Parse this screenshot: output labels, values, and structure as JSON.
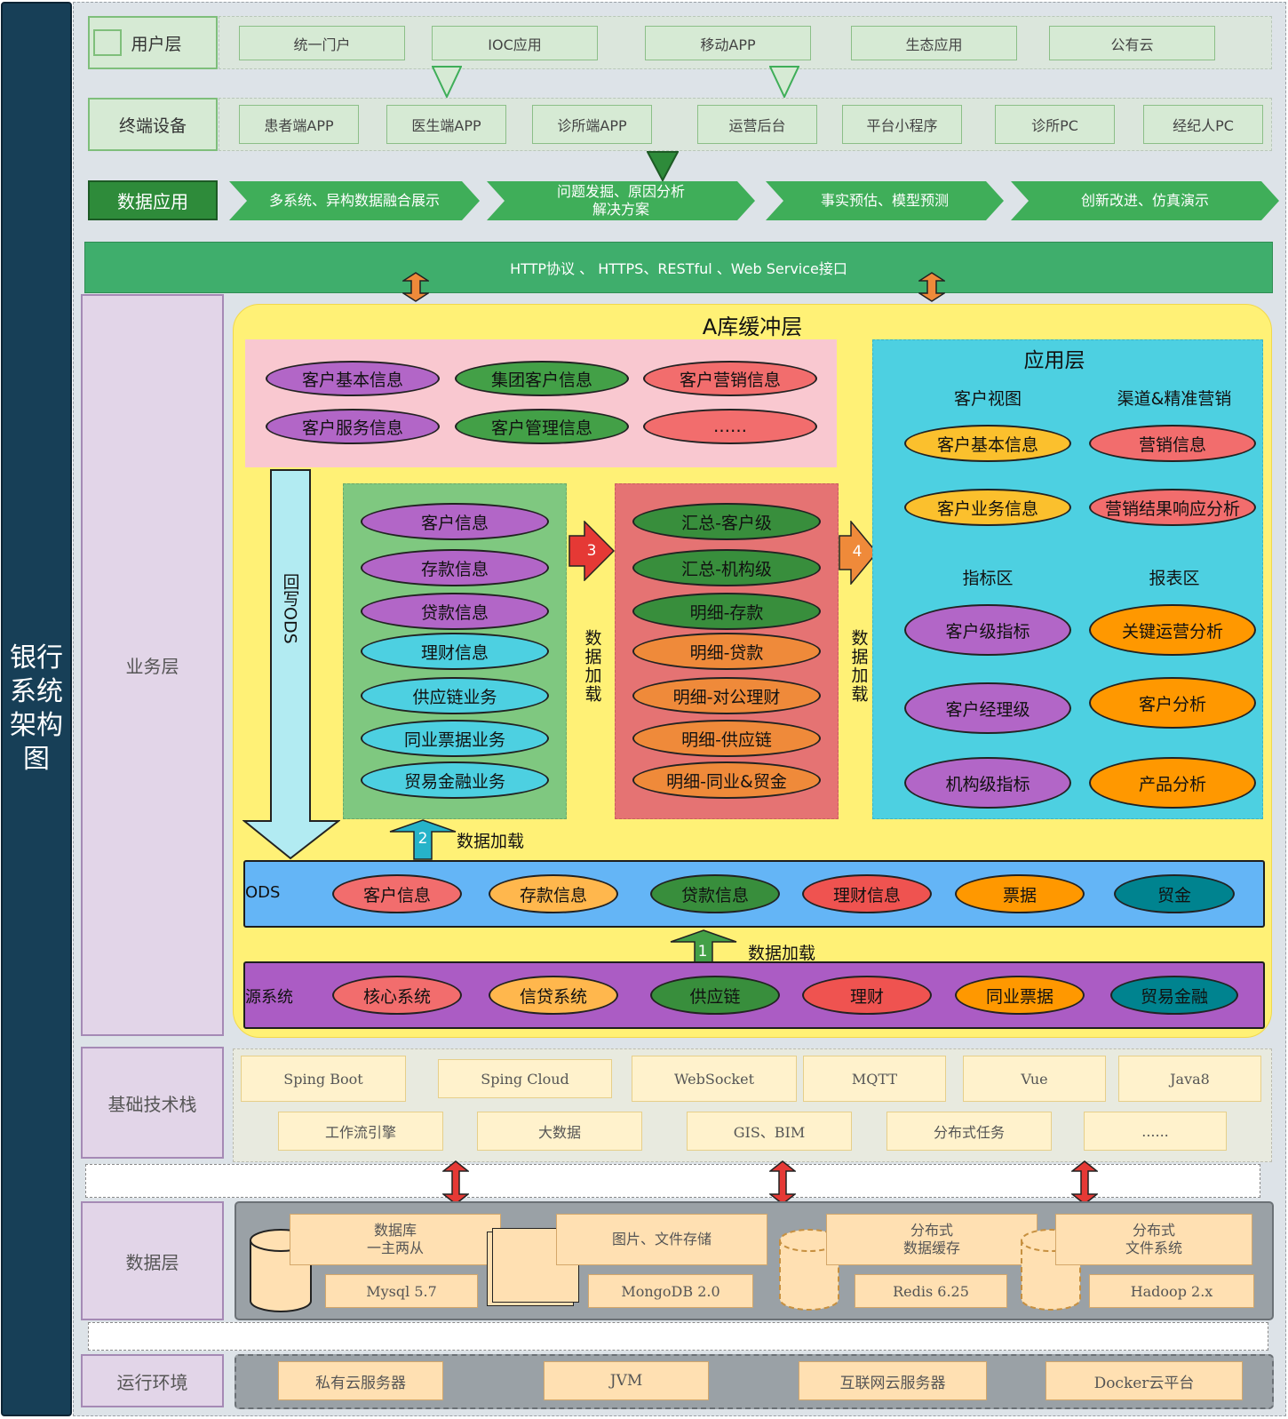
{
  "side_title": "银行系统架构图",
  "user_layer": {
    "label": "用户层",
    "items": [
      "统一门户",
      "IOC应用",
      "移动APP",
      "生态应用",
      "公有云"
    ]
  },
  "terminal": {
    "label": "终端设备",
    "items": [
      "患者端APP",
      "医生端APP",
      "诊所端APP",
      "运营后台",
      "平台小程序",
      "诊所PC",
      "经纪人PC"
    ]
  },
  "data_app": {
    "label": "数据应用",
    "items": [
      "多系统、异构数据融合展示",
      "问题发掘、原因分析\n解决方案",
      "事实预估、模型预测",
      "创新改进、仿真演示"
    ]
  },
  "http_bar": "HTTP协议 、 HTTPS、RESTful 、Web Service接口",
  "biz_layer_label": "业务层",
  "buffer_title": "A库缓冲层",
  "customer_pills": [
    "客户基本信息",
    "集团客户信息",
    "客户营销信息",
    "客户服务信息",
    "客户管理信息",
    "……"
  ],
  "writeback": "回写ODS",
  "green_pills": [
    "客户信息",
    "存款信息",
    "贷款信息",
    "理财信息",
    "供应链业务",
    "同业票据业务",
    "贸易金融业务"
  ],
  "red_pills": [
    "汇总-客户级",
    "汇总-机构级",
    "明细-存款",
    "明细-贷款",
    "明细-对公理财",
    "明细-供应链",
    "明细-同业&贸金"
  ],
  "load_text": "数据加载",
  "load_vertical": "数据加载",
  "steps": [
    "1",
    "2",
    "3",
    "4"
  ],
  "app_layer": {
    "title": "应用层",
    "sec1": "客户视图",
    "sec2": "渠道&精准营销",
    "sec3": "指标区",
    "sec4": "报表区",
    "left_top": [
      "客户基本信息",
      "客户业务信息"
    ],
    "right_top": [
      "营销信息",
      "营销结果响应分析"
    ],
    "left_bottom": [
      "客户级指标",
      "客户经理级",
      "机构级指标"
    ],
    "right_bottom": [
      "关键运营分析",
      "客户分析",
      "产品分析"
    ]
  },
  "ods": {
    "label": "ODS",
    "items": [
      "客户信息",
      "存款信息",
      "贷款信息",
      "理财信息",
      "票据",
      "贸金"
    ]
  },
  "source": {
    "label": "源系统",
    "items": [
      "核心系统",
      "信贷系统",
      "供应链",
      "理财",
      "同业票据",
      "贸易金融"
    ]
  },
  "tech": {
    "label": "基础技术栈",
    "row1": [
      "Sping Boot",
      "Sping Cloud",
      "WebSocket",
      "MQTT",
      "Vue",
      "Java8"
    ],
    "row2": [
      "工作流引擎",
      "大数据",
      "GIS、BIM",
      "分布式任务",
      "......"
    ]
  },
  "data_layer": {
    "label": "数据层",
    "db_main": "数据库\n一主两从",
    "db_sub": "Mysql 5.7",
    "file_main": "图片、文件存储",
    "file_sub": "MongoDB  2.0",
    "cache_main": "分布式\n数据缓存",
    "cache_sub": "Redis 6.25",
    "fs_main": "分布式\n文件系统",
    "fs_sub": "Hadoop 2.x"
  },
  "runtime": {
    "label": "运行环境",
    "items": [
      "私有云服务器",
      "JVM",
      "互联网云服务器",
      "Docker云平台"
    ]
  }
}
